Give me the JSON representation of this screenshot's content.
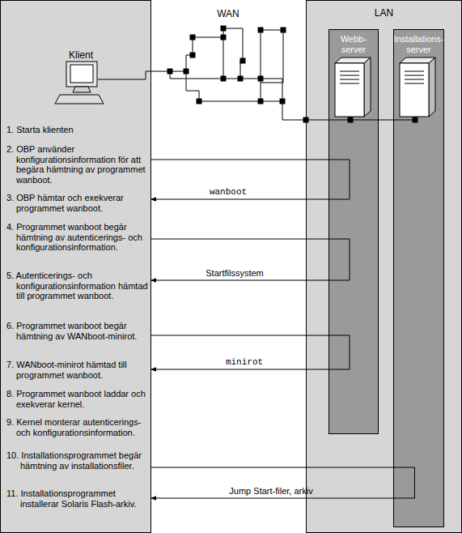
{
  "diagram": {
    "nodes": [
      {
        "text": [
          "LAN"
        ]
      },
      {
        "text": [
          "Webb-server"
        ],
        "in": 0
      },
      {
        "text": [
          "Installations-server"
        ],
        "in": 0
      },
      {
        "text": [
          "1. Starta klienten"
        ]
      },
      {
        "text": [
          "2. OBP använder konfigurationsinformation för att begära hämtning av programmet wanboot."
        ]
      },
      {
        "text": [
          "3. OBP hämtar och exekverar programmet wanboot."
        ]
      },
      {
        "text": [
          "4. Programmet wanboot begär hämtning av autenticerings- och konfigurationsinformation."
        ]
      },
      {
        "text": [
          "5. Autenticerings- och konfigurationsinformation hämtad till programmet wanboot."
        ]
      },
      {
        "text": [
          "6. Programmet wanboot begär hämtning av WANboot-minirot."
        ]
      },
      {
        "text": [
          "7. WANboot-minirot hämtad till programmet wanboot."
        ]
      },
      {
        "text": [
          "8. Programmet wanboot laddar och exekverar kernel."
        ]
      },
      {
        "text": [
          "9. Kernel monterar autenticerings- och konfigurationsinformation."
        ]
      },
      {
        "text": [
          "10. Installationsprogrammet begär hämtning av installationsfiler."
        ]
      },
      {
        "text": [
          "11. Installationsprogrammet installerar Solaris Flash-arkiv."
        ]
      }
    ],
    "edges": [
      {
        "from": 4,
        "to": 1,
        "arrow": "none"
      },
      {
        "from": 1,
        "to": 5,
        "label": "wanboot",
        "arrow": "to"
      },
      {
        "from": 6,
        "to": 1,
        "arrow": "none"
      },
      {
        "from": 1,
        "to": 7,
        "label": "Startfilssystem",
        "arrow": "to"
      },
      {
        "from": 8,
        "to": 1,
        "arrow": "none"
      },
      {
        "from": 1,
        "to": 9,
        "label": "minirot",
        "arrow": "to"
      },
      {
        "from": 12,
        "to": 2,
        "arrow": "none"
      },
      {
        "from": 2,
        "to": 13,
        "label": "Jump Start-filer, arkiv",
        "arrow": "to"
      }
    ],
    "labels": [
      "WAN",
      "Klient"
    ]
  }
}
